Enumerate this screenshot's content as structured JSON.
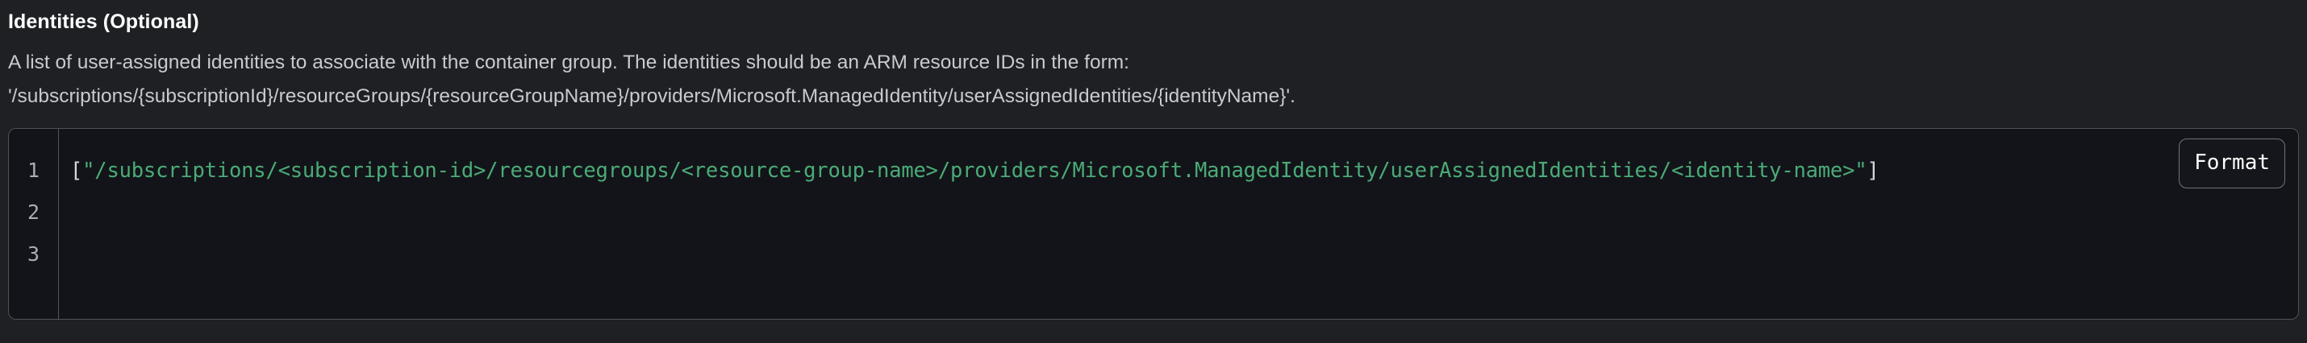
{
  "field": {
    "title": "Identities (Optional)",
    "description_line1": "A list of user-assigned identities to associate with the container group. The identities should be an ARM resource IDs in the form:",
    "description_line2": "'/subscriptions/{subscriptionId}/resourceGroups/{resourceGroupName}/providers/Microsoft.ManagedIdentity/userAssignedIdentities/{identityName}'."
  },
  "editor": {
    "line_numbers": [
      "1",
      "2",
      "3"
    ],
    "lines": [
      {
        "number": "1",
        "open_bracket": "[",
        "string_value": "\"/subscriptions/<subscription-id>/resourcegroups/<resource-group-name>/providers/Microsoft.ManagedIdentity/userAssignedIdentities/<identity-name>\"",
        "close_bracket": "]"
      },
      {
        "number": "2",
        "open_bracket": "",
        "string_value": "",
        "close_bracket": ""
      },
      {
        "number": "3",
        "open_bracket": "",
        "string_value": "",
        "close_bracket": ""
      }
    ],
    "format_button_label": "Format"
  },
  "colors": {
    "page_background": "#1e2023",
    "editor_background": "#131419",
    "editor_border": "#50535b",
    "title_text": "#ffffff",
    "description_text": "#c8cacd",
    "gutter_text": "#a9acb2",
    "code_string": "#4aab77",
    "code_punctuation": "#d4d7dc",
    "button_border": "#70737b",
    "button_text": "#ffffff"
  }
}
